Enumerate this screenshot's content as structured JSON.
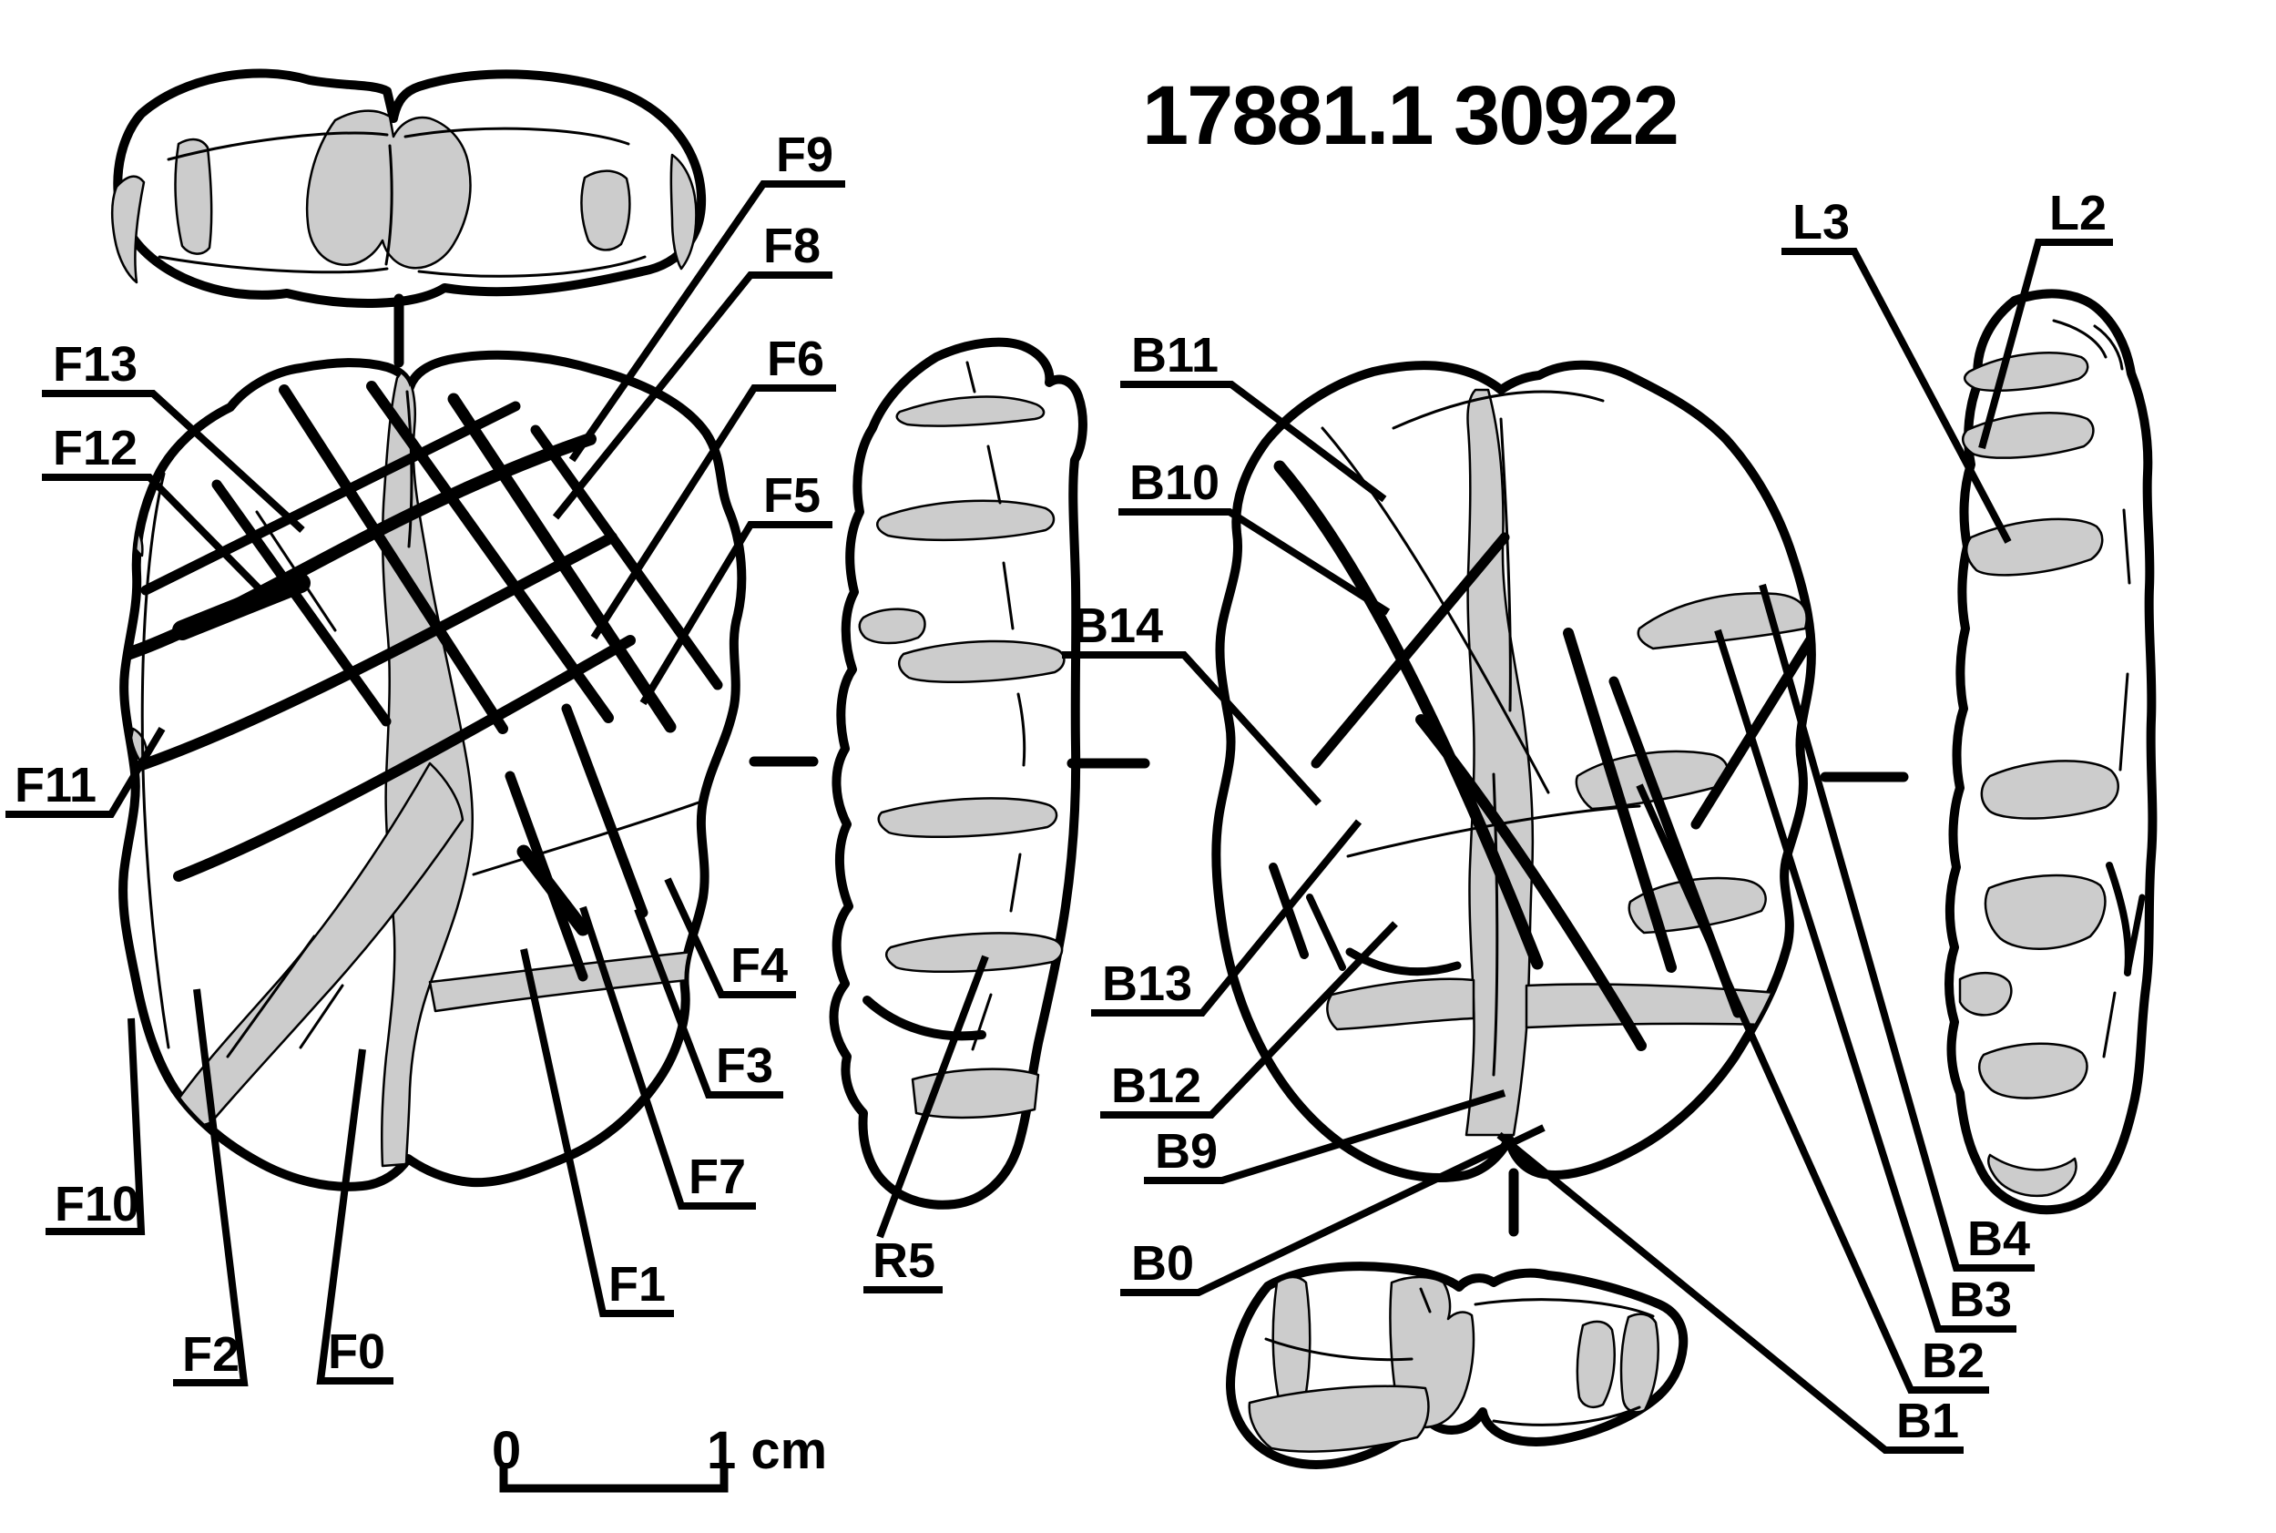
{
  "title": "17881.1 30922",
  "scale_bar": {
    "start": "0",
    "end": "1 cm"
  },
  "colors": {
    "ink": "#000000",
    "shade": "#cccccc",
    "background": "#ffffff"
  },
  "figure": {
    "type": "specimen-drawing",
    "views": [
      "occlusal-top-view",
      "front-view",
      "right-side-view",
      "back-view",
      "left-side-view",
      "bottom-view"
    ]
  },
  "labels": {
    "F0": "F0",
    "F1": "F1",
    "F2": "F2",
    "F3": "F3",
    "F4": "F4",
    "F5": "F5",
    "F6": "F6",
    "F7": "F7",
    "F8": "F8",
    "F9": "F9",
    "F10": "F10",
    "F11": "F11",
    "F12": "F12",
    "F13": "F13",
    "R5": "R5",
    "B0": "B0",
    "B1": "B1",
    "B2": "B2",
    "B3": "B3",
    "B4": "B4",
    "B9": "B9",
    "B10": "B10",
    "B11": "B11",
    "B12": "B12",
    "B13": "B13",
    "B14": "B14",
    "L2": "L2",
    "L3": "L3"
  }
}
